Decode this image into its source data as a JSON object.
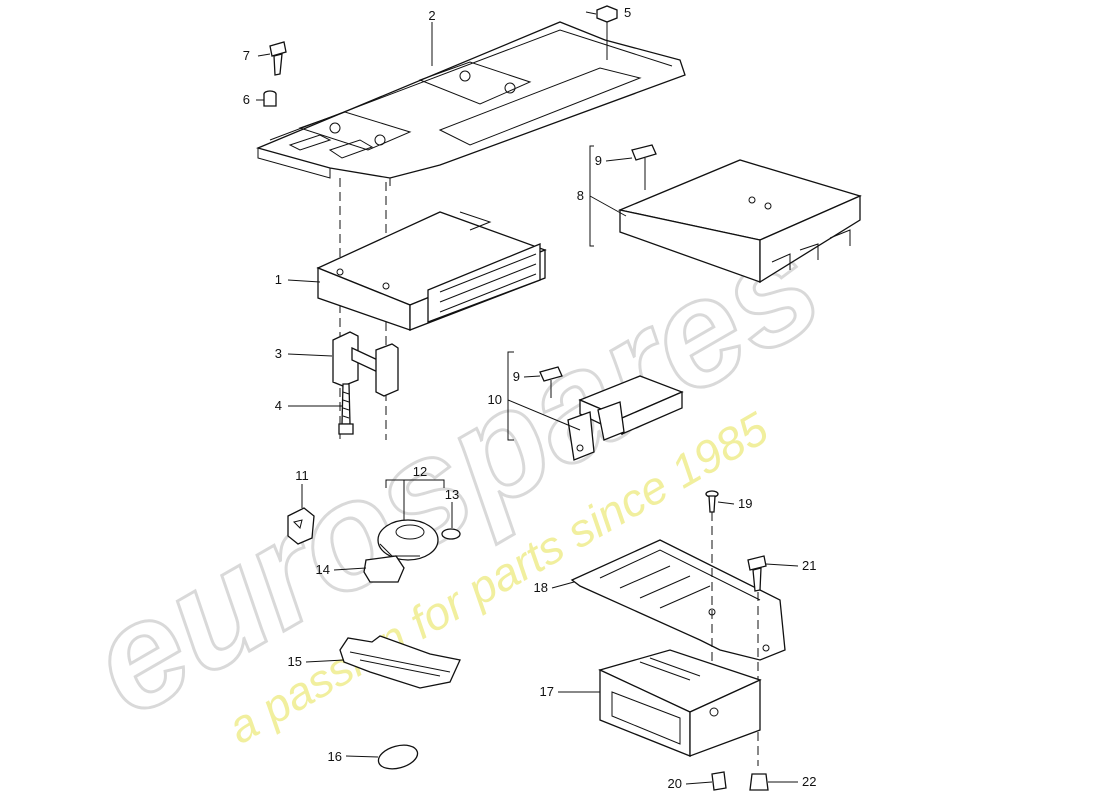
{
  "watermark": {
    "brand": "eurospares",
    "tagline": "a passion for parts since 1985"
  },
  "callouts": [
    {
      "number": "1"
    },
    {
      "number": "2"
    },
    {
      "number": "3"
    },
    {
      "number": "4"
    },
    {
      "number": "5"
    },
    {
      "number": "6"
    },
    {
      "number": "7"
    },
    {
      "number": "8"
    },
    {
      "number": "9"
    },
    {
      "number": "9"
    },
    {
      "number": "10"
    },
    {
      "number": "11"
    },
    {
      "number": "12"
    },
    {
      "number": "13"
    },
    {
      "number": "14"
    },
    {
      "number": "15"
    },
    {
      "number": "16"
    },
    {
      "number": "17"
    },
    {
      "number": "18"
    },
    {
      "number": "19"
    },
    {
      "number": "20"
    },
    {
      "number": "21"
    },
    {
      "number": "22"
    }
  ]
}
